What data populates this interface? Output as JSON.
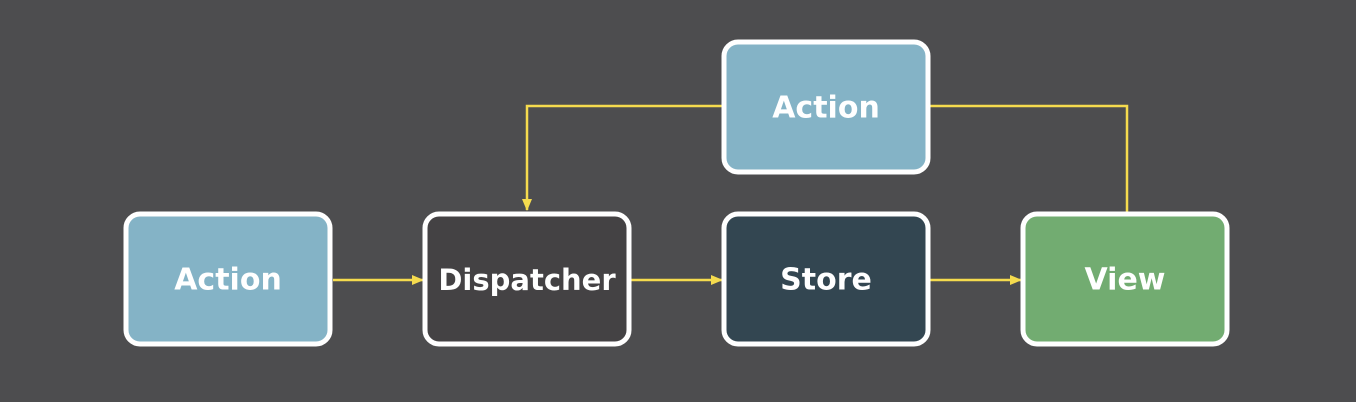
{
  "diagram": {
    "nodes": [
      {
        "id": "action-main",
        "label": "Action",
        "color": "#84b3c6"
      },
      {
        "id": "dispatcher",
        "label": "Dispatcher",
        "color": "#444244"
      },
      {
        "id": "store",
        "label": "Store",
        "color": "#334651"
      },
      {
        "id": "view",
        "label": "View",
        "color": "#72ac71"
      },
      {
        "id": "action-top",
        "label": "Action",
        "color": "#84b3c6"
      }
    ],
    "edges": [
      {
        "from": "action-main",
        "to": "dispatcher"
      },
      {
        "from": "dispatcher",
        "to": "store"
      },
      {
        "from": "store",
        "to": "view"
      },
      {
        "from": "view",
        "to": "action-top"
      },
      {
        "from": "action-top",
        "to": "dispatcher"
      }
    ],
    "colors": {
      "background": "#4d4d4f",
      "arrow": "#f5db4e",
      "node_border": "#ffffff"
    }
  }
}
